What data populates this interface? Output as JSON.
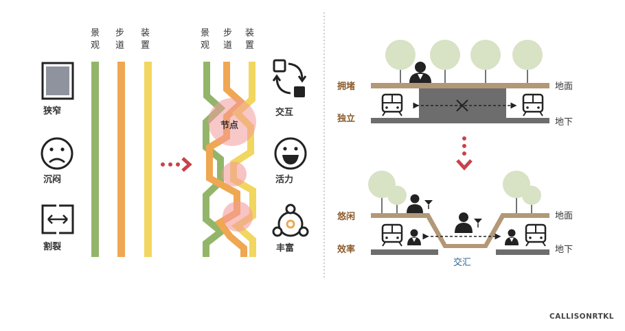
{
  "left": {
    "col_headers": [
      {
        "top": "景",
        "bottom": "观"
      },
      {
        "top": "步",
        "bottom": "道"
      },
      {
        "top": "装",
        "bottom": "置"
      }
    ],
    "problems": [
      "狭窄",
      "沉闷",
      "割裂"
    ],
    "node_label": "节点",
    "benefits": [
      "交互",
      "活力",
      "丰富"
    ]
  },
  "right": {
    "top": {
      "left_label": [
        "拥堵",
        "独立"
      ],
      "right_label": [
        "地面",
        "地下"
      ]
    },
    "bottom": {
      "left_label": [
        "悠闲",
        "效率"
      ],
      "right_label": [
        "地面",
        "地下"
      ],
      "center_label": "交汇"
    }
  },
  "logo": "CALLISONRTKL",
  "colors": {
    "green": "#93b56a",
    "orange": "#efa752",
    "yellow": "#f1d660",
    "pink": "#f39b9b",
    "brown": "#b39877",
    "arrow_red": "#c9424a",
    "tree": "#d8e2c4",
    "gray": "#6d6d6d"
  }
}
